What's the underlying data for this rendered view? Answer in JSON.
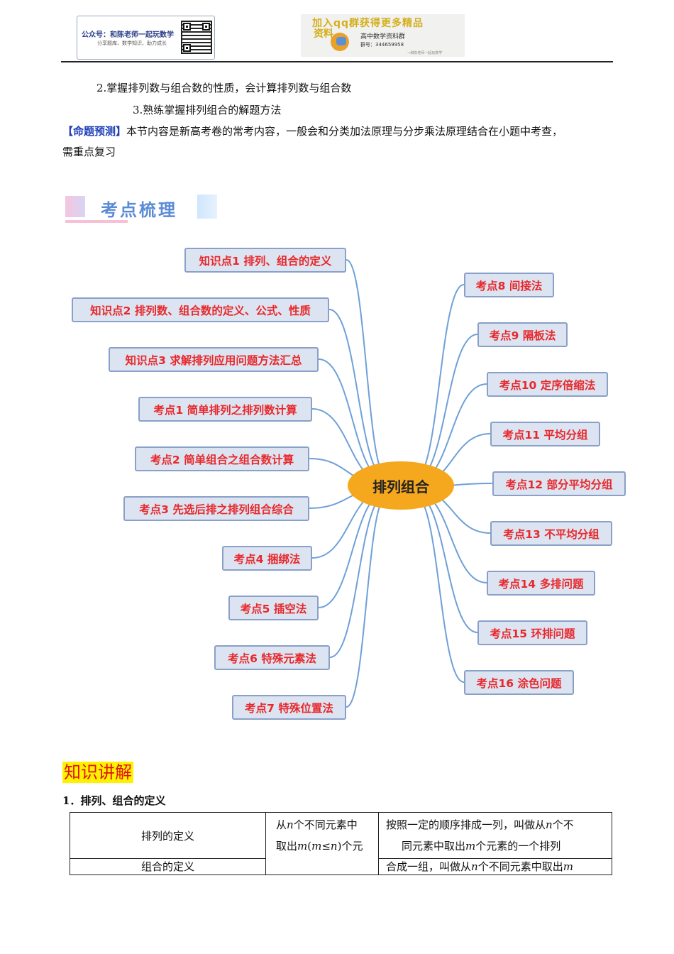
{
  "header": {
    "account_title": "公众号：和陈老师一起玩数学",
    "account_subtitle": "分享题库、数学知识、助力成长",
    "banner_title": "加入qq群获得更多精品",
    "banner_subtitle": "资料",
    "banner_group": "高中数学资料群",
    "banner_number": "群号：344659958",
    "banner_tiny": "→和陈老师一起玩数学"
  },
  "objectives": {
    "item2": "2.掌握排列数与组合数的性质，会计算排列数与组合数",
    "item3": "3.熟练掌握排列组合的解题方法"
  },
  "prediction": {
    "tag": "【命题预测】",
    "line1": "本节内容是新高考卷的常考内容，一般会和分类加法原理与分步乘法原理结合在小题中考查，",
    "line2": "需重点复习"
  },
  "section_heading": "考点梳理",
  "mindmap": {
    "center": "排列组合",
    "left_nodes": [
      "知识点1 排列、组合的定义",
      "知识点2 排列数、组合数的定义、公式、性质",
      "知识点3 求解排列应用问题方法汇总",
      "考点1 简单排列之排列数计算",
      "考点2 简单组合之组合数计算",
      "考点3 先选后排之排列组合综合",
      "考点4 捆绑法",
      "考点5 插空法",
      "考点6 特殊元素法",
      "考点7 特殊位置法"
    ],
    "right_nodes": [
      "考点8 间接法",
      "考点9 隔板法",
      "考点10 定序倍缩法",
      "考点11 平均分组",
      "考点12 部分平均分组",
      "考点13 不平均分组",
      "考点14 多排问题",
      "考点15 环排问题",
      "考点16 涂色问题"
    ]
  },
  "knowledge": {
    "heading": "知识讲解",
    "sub_heading": "1．排列、组合的定义",
    "table": {
      "row1_label": "排列的定义",
      "row2_label": "组合的定义",
      "mid_line1_a": "从",
      "mid_line1_var": "n",
      "mid_line1_b": "个不同元素中",
      "mid_line2_a": "取出",
      "mid_line2_var1": "m",
      "mid_line2_b": "(",
      "mid_line2_var2": "m",
      "mid_line2_c": "≤",
      "mid_line2_var3": "n",
      "mid_line2_d": ")个元",
      "perm_line1_a": "按照一定的顺序排成一列，叫做从",
      "perm_line1_var": "n",
      "perm_line1_b": "个不",
      "perm_line2_a": "同元素中取出",
      "perm_line2_var": "m",
      "perm_line2_b": "个元素的一个排列",
      "comb_line_a": "合成一组，叫做从",
      "comb_line_var1": "n",
      "comb_line_b": "个不同元素中取出",
      "comb_line_var2": "m"
    }
  },
  "colors": {
    "node_text": "#e8282c",
    "node_fill": "#dde4f1",
    "node_border": "#8aa0c8",
    "center_fill": "#f5a81d",
    "curve": "#6fa0d8",
    "tag_blue": "#1f3fb6",
    "highlight_yellow": "#fff200"
  }
}
